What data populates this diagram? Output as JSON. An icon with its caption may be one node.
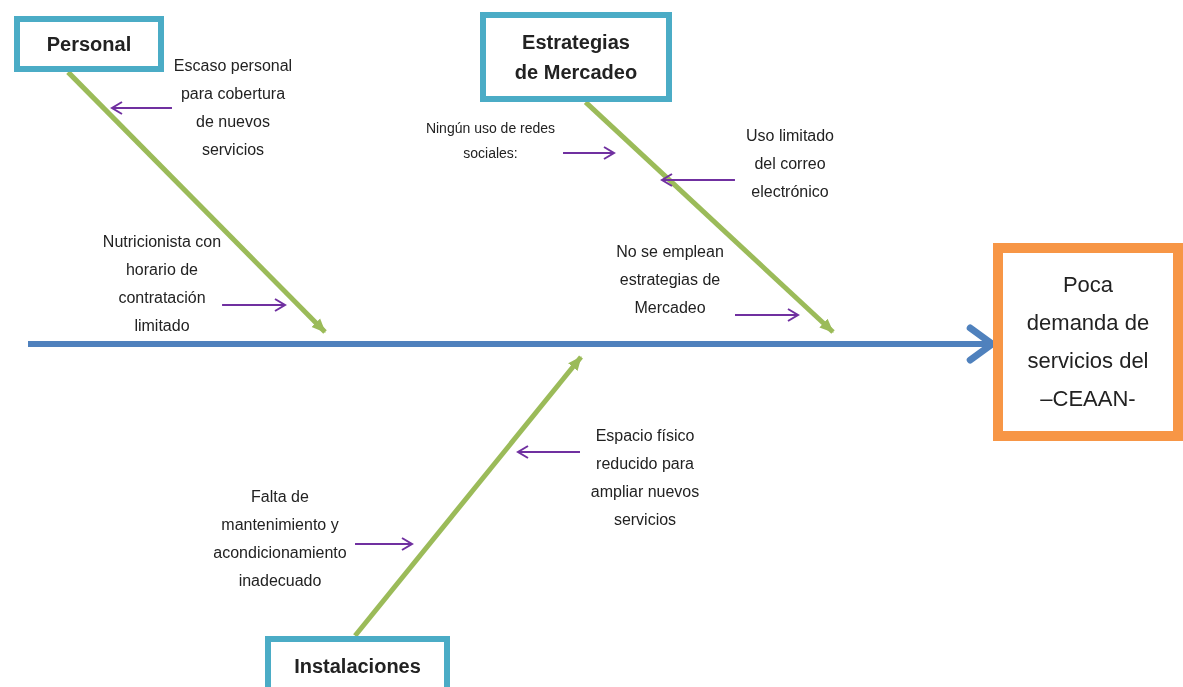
{
  "diagram": {
    "nodes": [
      {
        "text": [
          "Personal"
        ]
      },
      {
        "text": [
          "Escaso personal para cobertura de nuevos servicios"
        ]
      },
      {
        "text": [
          "Nutricionista con horario de contratación limitado"
        ]
      },
      {
        "text": [
          "Estrategias de Mercadeo"
        ]
      },
      {
        "text": [
          "Ningún uso de redes sociales:"
        ]
      },
      {
        "text": [
          "Uso limitado del correo electrónico"
        ]
      },
      {
        "text": [
          "No se emplean estrategias de Mercadeo"
        ]
      },
      {
        "text": [
          "Poca demanda de servicios del –CEAAN-"
        ]
      },
      {
        "text": [
          "Instalaciones"
        ]
      },
      {
        "text": [
          "Espacio físico reducido para ampliar nuevos servicios"
        ]
      },
      {
        "text": [
          "Falta de mantenimiento y acondicionamiento inadecuado"
        ]
      }
    ],
    "edges": [
      {
        "from": null,
        "to": 7,
        "arrow": "to",
        "style": "thick",
        "color": "#4f81bd"
      },
      {
        "from": 0,
        "to": null,
        "arrow": "to",
        "style": "thick",
        "color": "#9bbb59"
      },
      {
        "from": 3,
        "to": null,
        "arrow": "to",
        "style": "thick",
        "color": "#9bbb59"
      },
      {
        "from": 8,
        "to": null,
        "arrow": "to",
        "style": "thick",
        "color": "#9bbb59"
      },
      {
        "from": 1,
        "to": null,
        "arrow": "to"
      },
      {
        "from": 2,
        "to": null,
        "arrow": "to"
      },
      {
        "from": 4,
        "to": null,
        "arrow": "to"
      },
      {
        "from": 5,
        "to": null,
        "arrow": "to"
      },
      {
        "from": 6,
        "to": null,
        "arrow": "to"
      },
      {
        "from": 9,
        "to": null,
        "arrow": "to"
      },
      {
        "from": 10,
        "to": null,
        "arrow": "to"
      }
    ]
  }
}
